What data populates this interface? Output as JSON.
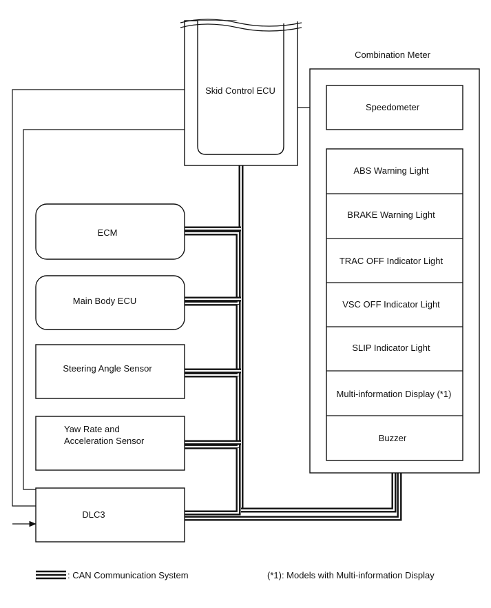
{
  "diagram": {
    "skid_control_ecu": "Skid Control ECU",
    "combination_meter_title": "Combination Meter",
    "speedometer": "Speedometer",
    "ecm": "ECM",
    "main_body_ecu": "Main Body ECU",
    "steering_angle_sensor": "Steering Angle Sensor",
    "yaw_rate_line1": "Yaw Rate and",
    "yaw_rate_line2": "Acceleration Sensor",
    "dlc3": "DLC3",
    "meter_items": [
      "ABS Warning Light",
      "BRAKE Warning Light",
      "TRAC OFF Indicator Light",
      "VSC OFF Indicator Light",
      "SLIP Indicator Light",
      "Multi-information Display (*1)",
      "Buzzer"
    ]
  },
  "legend": {
    "can_label": ": CAN Communication System",
    "footnote": "(*1): Models with Multi-information Display"
  }
}
